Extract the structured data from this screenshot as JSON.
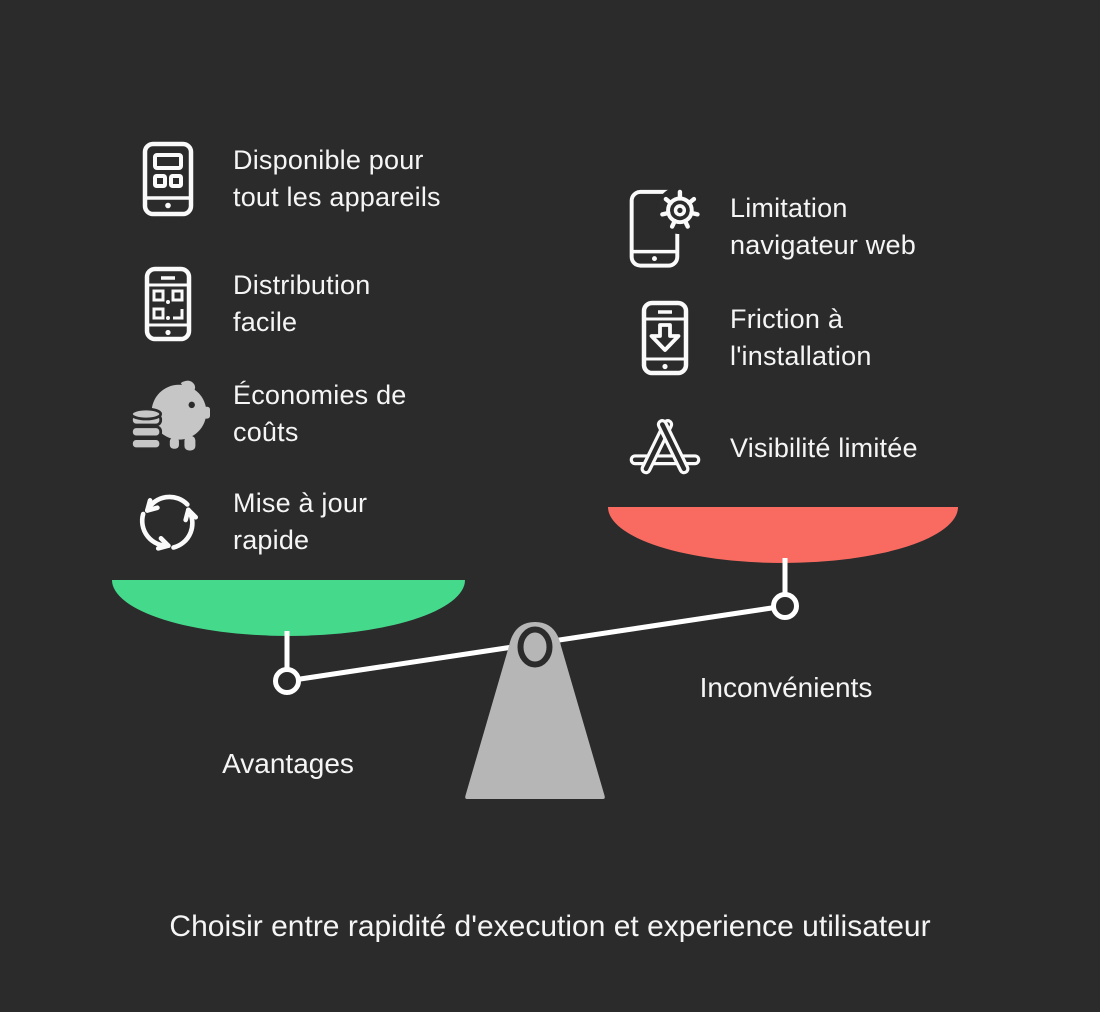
{
  "colors": {
    "background": "#2b2b2b",
    "text": "#f5f5f5",
    "icon_stroke": "#fafafa",
    "piggy_gray": "#c6c6c6",
    "advantage_green": "#45d98c",
    "disadvantage_red": "#f96b61",
    "fulcrum_gray": "#b6b6b6",
    "beam_white": "#ffffff"
  },
  "advantages": {
    "label": "Avantages",
    "items": [
      {
        "icon": "tablet-layout-icon",
        "lines": [
          "Disponible pour",
          "tout les appareils"
        ]
      },
      {
        "icon": "qr-code-phone-icon",
        "lines": [
          "Distribution",
          "facile"
        ]
      },
      {
        "icon": "piggy-bank-icon",
        "lines": [
          "Économies de",
          "coûts"
        ]
      },
      {
        "icon": "update-arrows-icon",
        "lines": [
          "Mise à jour",
          "rapide"
        ]
      }
    ]
  },
  "disadvantages": {
    "label": "Inconvénients",
    "items": [
      {
        "icon": "phone-gear-icon",
        "lines": [
          "Limitation",
          "navigateur web"
        ]
      },
      {
        "icon": "phone-download-icon",
        "lines": [
          "Friction à",
          "l'installation"
        ]
      },
      {
        "icon": "app-store-icon",
        "lines": [
          "Visibilité limitée"
        ]
      }
    ]
  },
  "caption": "Choisir entre rapidité d'execution et experience utilisateur"
}
